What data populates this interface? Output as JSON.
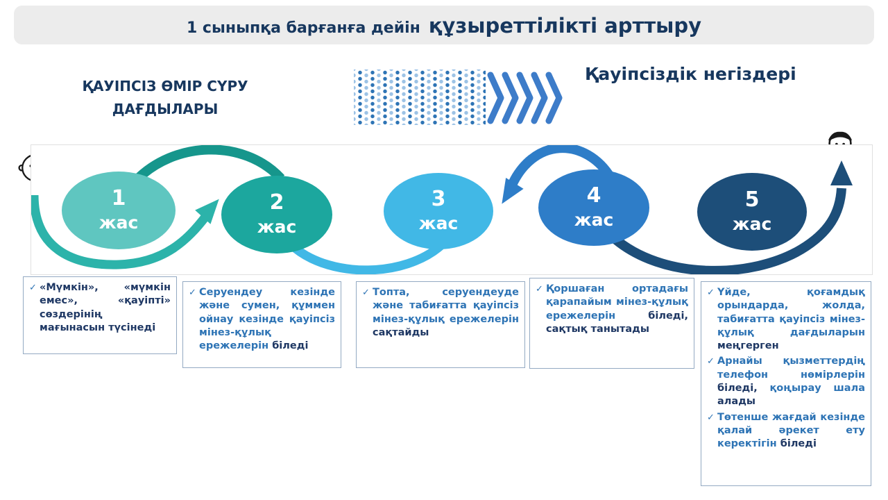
{
  "banner": {
    "prefix": "1 сыныпқа барғанға дейін",
    "emphasis": "құзыреттілікті арттыру"
  },
  "left_heading": {
    "line1": "ҚАУІПСІЗ ӨМІР СҮРУ",
    "line2": "ДАҒДЫЛАРЫ"
  },
  "right_heading": "Қауіпсіздік негіздері",
  "check_glyph": "✓",
  "stages": [
    {
      "number": "1",
      "unit": "жас",
      "color": "#5FC6C0"
    },
    {
      "number": "2",
      "unit": "жас",
      "color": "#1CA79E"
    },
    {
      "number": "3",
      "unit": "жас",
      "color": "#41B8E6"
    },
    {
      "number": "4",
      "unit": "жас",
      "color": "#2E7DC8"
    },
    {
      "number": "5",
      "unit": "жас",
      "color": "#1D4E79"
    }
  ],
  "arcs": {
    "teal": "#2CB3AA",
    "dark_teal": "#16968C",
    "cyan": "#41B8E6",
    "blue": "#2E7DC8",
    "navy": "#1D4E79"
  },
  "colors": {
    "banner_bg": "#ECECEC",
    "heading": "#17375E",
    "note_base": "#2E74B5",
    "note_em": "#1F3864",
    "check": "#2E74B5",
    "chevron": "#3D7CC9",
    "dot_dark": "#2E74B5",
    "dot_light": "#9DC3E6",
    "box_border": "#93A9C2",
    "panel_border": "#E0E0E0"
  },
  "notes": [
    {
      "base": "#1F3864",
      "items": [
        {
          "segments": [
            {
              "t": "«Мүмкін», «мүмкін емес», «қауіпті» сөздерінің мағынасын "
            },
            {
              "t": "түсінеді",
              "em": true
            }
          ]
        }
      ]
    },
    {
      "items": [
        {
          "segments": [
            {
              "t": "Серуендеу кезінде және сумен, құммен ойнау кезінде қауіпсіз мінез-құлық ережелерін "
            },
            {
              "t": "біледі",
              "em": true
            }
          ]
        }
      ]
    },
    {
      "items": [
        {
          "segments": [
            {
              "t": "Топта, серуендеуде және табиғатта қауіпсіз мінез-құлық ережелерін "
            },
            {
              "t": "сақтайды",
              "em": true
            }
          ]
        }
      ]
    },
    {
      "items": [
        {
          "segments": [
            {
              "t": "Қоршаған ортадағы қарапайым мінез-құлық ережелерін "
            },
            {
              "t": "біледі,",
              "em": true
            },
            {
              "t": " сақтық танытады",
              "em": true
            }
          ]
        }
      ]
    },
    {
      "items": [
        {
          "segments": [
            {
              "t": "Үйде, қоғамдық орындарда, жолда, табиғатта қауіпсіз мінез-құлық дағдыларын "
            },
            {
              "t": "меңгерген",
              "em": true
            }
          ]
        },
        {
          "segments": [
            {
              "t": "Арнайы қызметтердің телефон нөмірлерін "
            },
            {
              "t": "біледі,",
              "em": true
            },
            {
              "t": " қоңырау шала "
            },
            {
              "t": "алады",
              "em": true
            }
          ]
        },
        {
          "segments": [
            {
              "t": "Төтенше жағдай кезінде қалай әрекет ету керектігін "
            },
            {
              "t": "біледі",
              "em": true
            }
          ]
        }
      ]
    }
  ]
}
